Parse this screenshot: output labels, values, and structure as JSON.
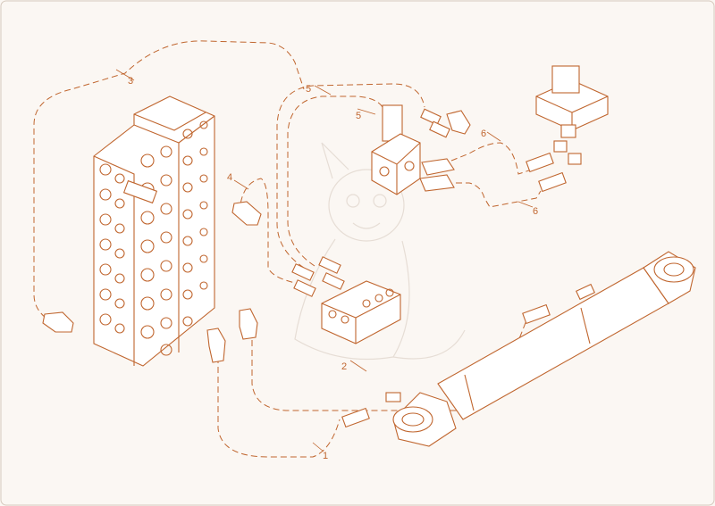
{
  "colors": {
    "accent": "#c0662f",
    "background": "#fbf7f3",
    "border": "#d6c9bd"
  },
  "callouts": {
    "c1": "1",
    "c2": "2",
    "c3": "3",
    "c4": "4",
    "c5a": "5",
    "c5b": "5",
    "c6a": "6",
    "c6b": "6"
  }
}
